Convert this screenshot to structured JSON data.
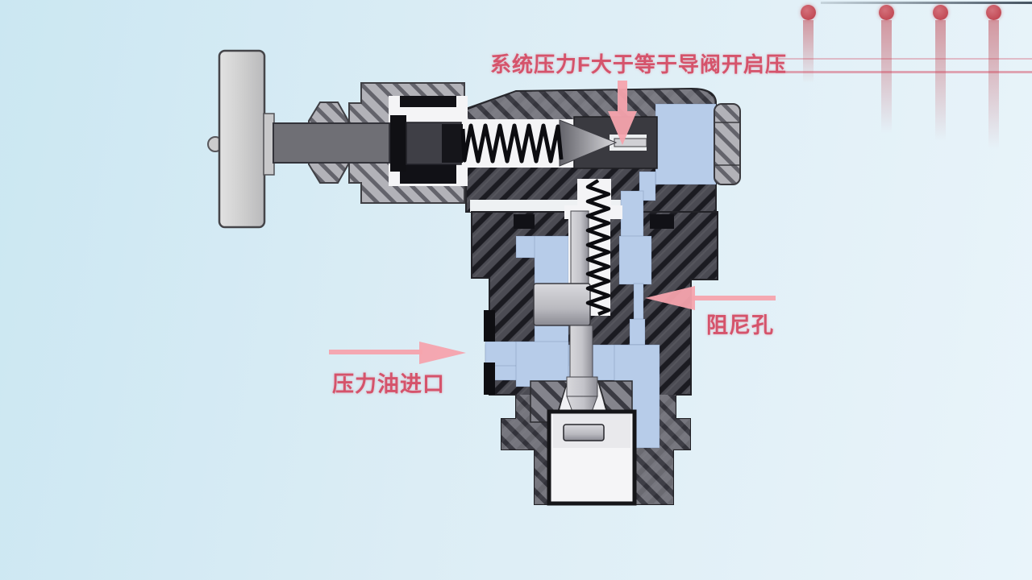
{
  "annotations": {
    "pilot_pressure": {
      "text": "系统压力F大于等于导阀开启压"
    },
    "damping_orifice": {
      "text": "阻尼孔"
    },
    "pressure_inlet": {
      "text": "压力油进口"
    }
  },
  "decorations": {
    "marker_dot_count": 4
  },
  "colors": {
    "annotation_red": "#d5536b",
    "arrow_pink": "#f6a3ad",
    "fluid_blue": "#b7cce9",
    "body_dark": "#4b4b53",
    "body_mid": "#84848c",
    "body_light": "#b2b2b8",
    "marker_red": "#c24c57",
    "background_top_right": "#e9f4fa",
    "background_bottom_left": "#cbe7f2"
  }
}
